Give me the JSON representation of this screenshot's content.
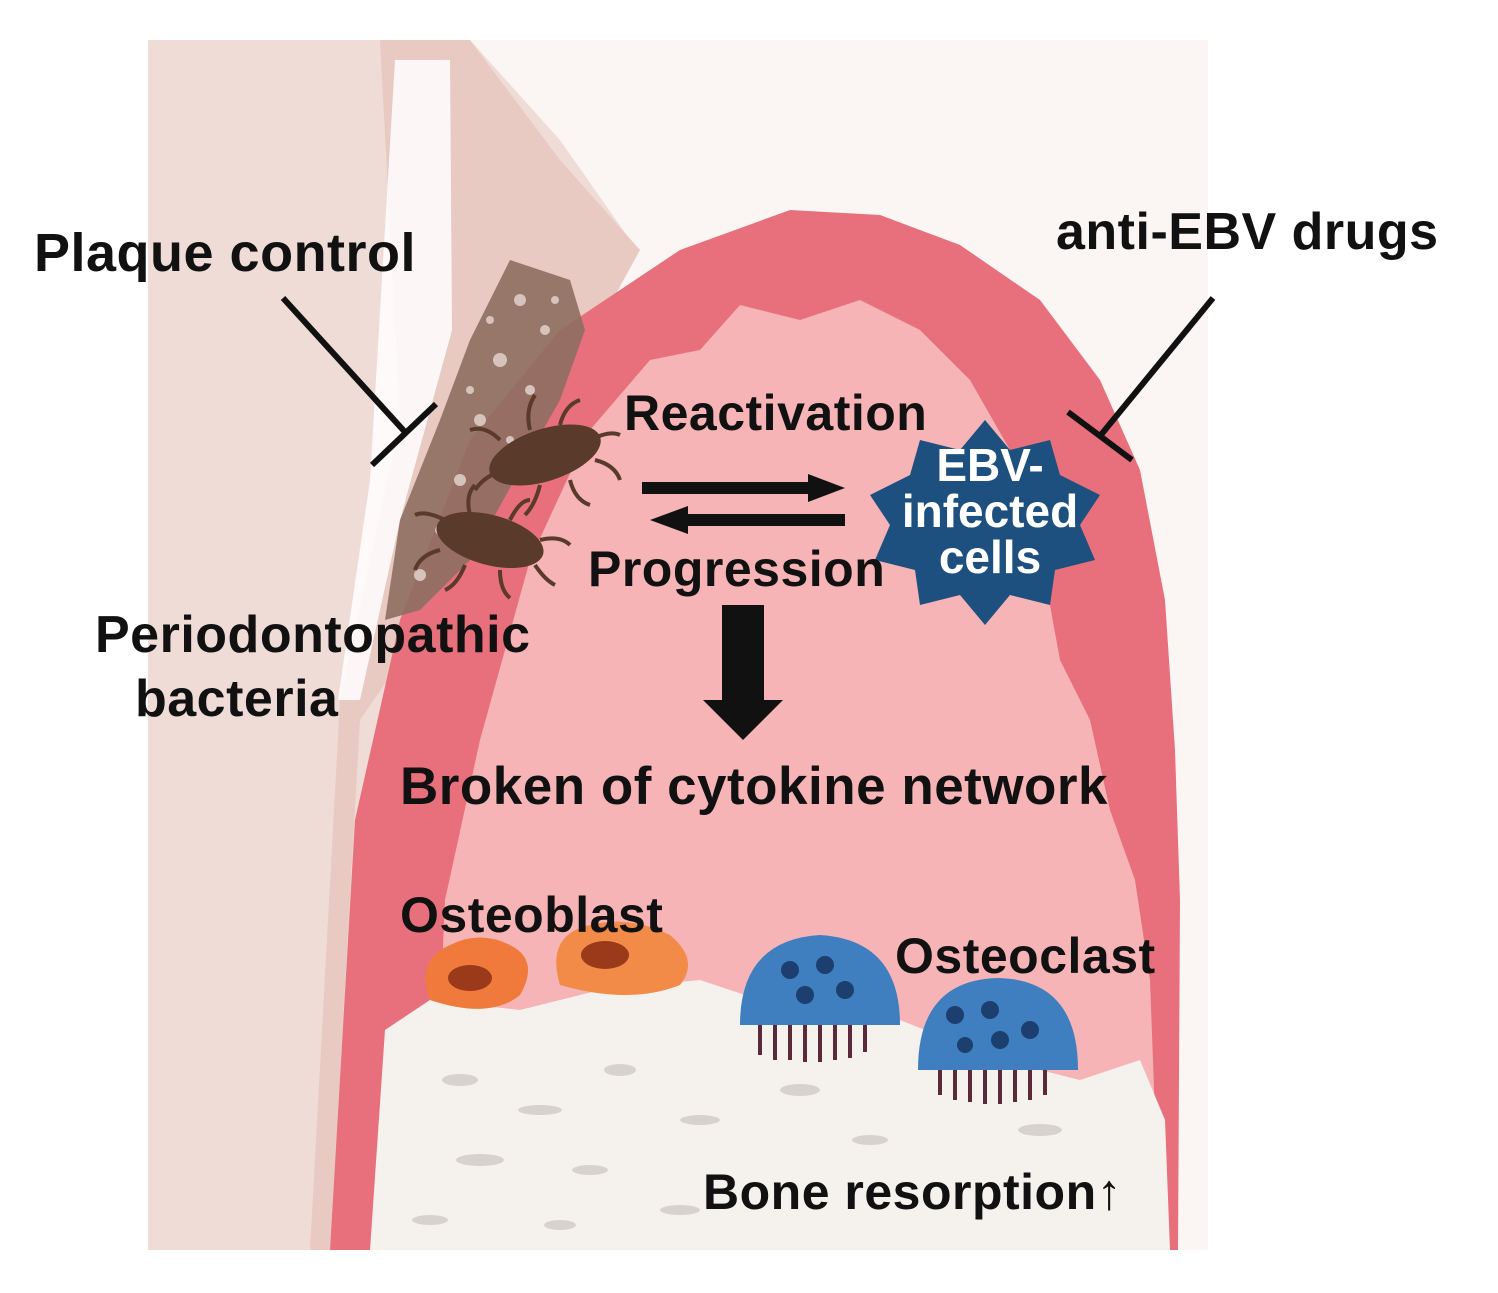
{
  "labels": {
    "plaque_control": "Plaque control",
    "anti_ebv_drugs": "anti-EBV drugs",
    "reactivation": "Reactivation",
    "progression": "Progression",
    "ebv_cells": [
      "EBV-",
      "infected",
      "cells"
    ],
    "periodontopathic": [
      "Periodontopathic",
      "bacteria"
    ],
    "broken_network": "Broken of cytokine network",
    "osteoblast": "Osteoblast",
    "osteoclast": "Osteoclast",
    "bone_resorption": "Bone resorption↑"
  },
  "colors": {
    "gingiva_outer": "#e86a78",
    "gingiva_inner": "#f7b9b9",
    "tooth": "#f2dcd7",
    "tooth_light": "#faf4f1",
    "plaque": "#8a6a5c",
    "bone": "#f4f0ec",
    "ebv_cell": "#1d4f7f",
    "osteoblast": "#f07a3c",
    "osteoclast": "#3f7fbf",
    "bacteria": "#5a3a2a"
  }
}
